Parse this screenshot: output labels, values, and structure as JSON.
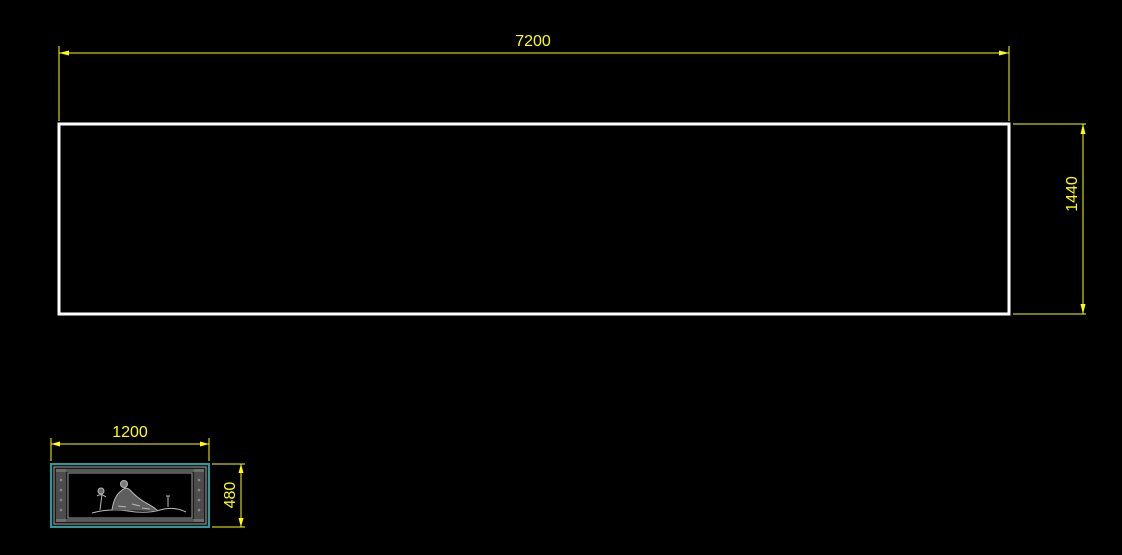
{
  "drawing": {
    "large_panel": {
      "width_label": "7200",
      "height_label": "1440"
    },
    "small_panel": {
      "width_label": "1200",
      "height_label": "480"
    }
  },
  "colors": {
    "background": "#000000",
    "dimension": "#ffff00",
    "outline": "#ffffff",
    "frame": "#2a9a9a",
    "carving": "#b8b8b8"
  }
}
